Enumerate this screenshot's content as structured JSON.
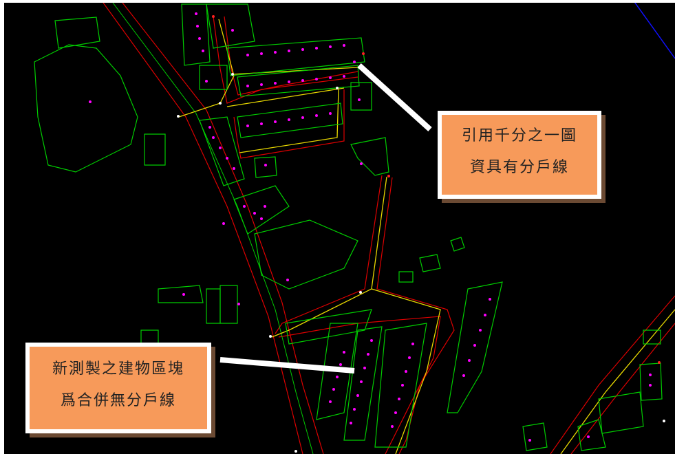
{
  "map": {
    "background": "#000000",
    "colors": {
      "building": "#00cc00",
      "road": "#dd0000",
      "centerline": "#e8d800",
      "point": "#ff00ff",
      "grid": "#1010ff"
    }
  },
  "callouts": {
    "top": {
      "line1": "引用千分之一圖",
      "line2": "資具有分戶線"
    },
    "bottom": {
      "line1": "新測製之建物區塊",
      "line2": "爲合併無分戶線"
    },
    "fill": "#F79A5A"
  }
}
